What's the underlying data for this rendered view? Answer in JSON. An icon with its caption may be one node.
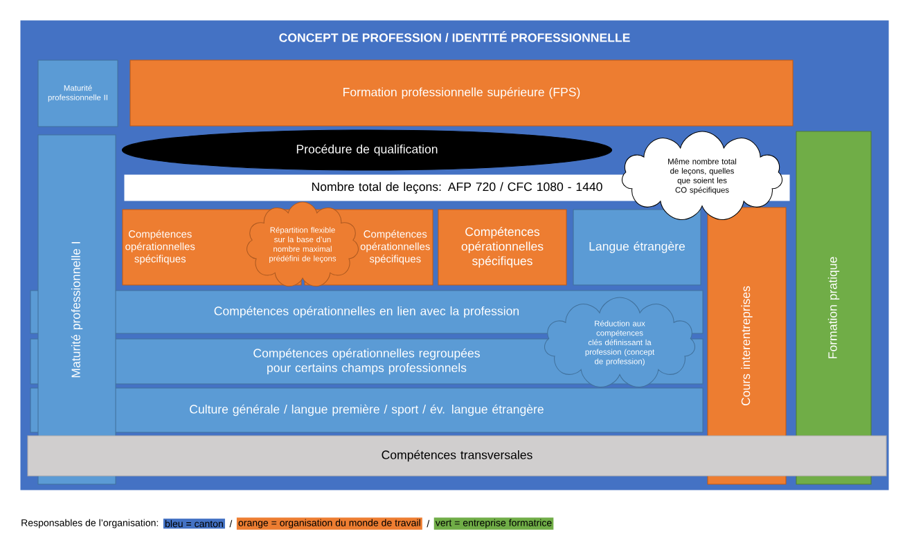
{
  "diagram": {
    "nodes": [
      {
        "text": [
          "CONCEPT DE PROFESSION / IDENTITÉ PROFESSIONNELLE"
        ]
      },
      {
        "text": [
          "Maturité professionnelle II"
        ],
        "in": 0
      },
      {
        "text": [
          "Formation professionnelle supérieure (FPS)"
        ],
        "in": 0
      },
      {
        "text": [
          "Maturité professionnelle I"
        ],
        "in": 0
      },
      {
        "text": [
          "Formation pratique"
        ],
        "in": 0
      },
      {
        "text": [
          "Procédure de qualification"
        ],
        "in": 0
      },
      {
        "text": [
          "Nombre total de leçons: AFP 720 / CFC 1080 - 1440"
        ],
        "in": 0
      },
      {
        "text": [
          "Même nombre total de leçons, quelles que soient les CO spécifiques"
        ],
        "in": 0
      },
      {
        "text": [
          "Compétences opérationnelles spécifiques"
        ],
        "in": 0
      },
      {
        "text": [
          "Compétences opérationnelles spécifiques"
        ],
        "in": 0
      },
      {
        "text": [
          "Compétences opérationnelles spécifiques"
        ],
        "in": 0
      },
      {
        "text": [
          "Langue étrangère"
        ],
        "in": 0
      },
      {
        "text": [
          "Cours interentreprises"
        ],
        "in": 0
      },
      {
        "text": [
          "Répartition flexible sur la base d’un nombre maximal prédéfini de leçons"
        ],
        "in": 0
      },
      {
        "text": [
          "Compétences opérationnelles en lien avec la profession"
        ],
        "in": 0
      },
      {
        "text": [
          "Compétences opérationnelles regroupées pour certains champs professionnels"
        ],
        "in": 0
      },
      {
        "text": [
          "Culture générale / langue première / sport / év. langue étrangère"
        ],
        "in": 0
      },
      {
        "text": [
          "Réduction aux compétences clés définissant la profession (concept de profession)"
        ],
        "in": 0
      },
      {
        "text": [
          "Compétences transversales"
        ],
        "in": 0
      }
    ],
    "labels": [
      "Responsables de l’organisation:",
      "/",
      "/"
    ],
    "legend": [
      {
        "text": "bleu = canton",
        "color": "#4472c4"
      },
      {
        "text": "orange = organisation du monde de travail",
        "color": "#ed7d31"
      },
      {
        "text": "vert = entreprise formatrice",
        "color": "#70ad47"
      }
    ]
  }
}
